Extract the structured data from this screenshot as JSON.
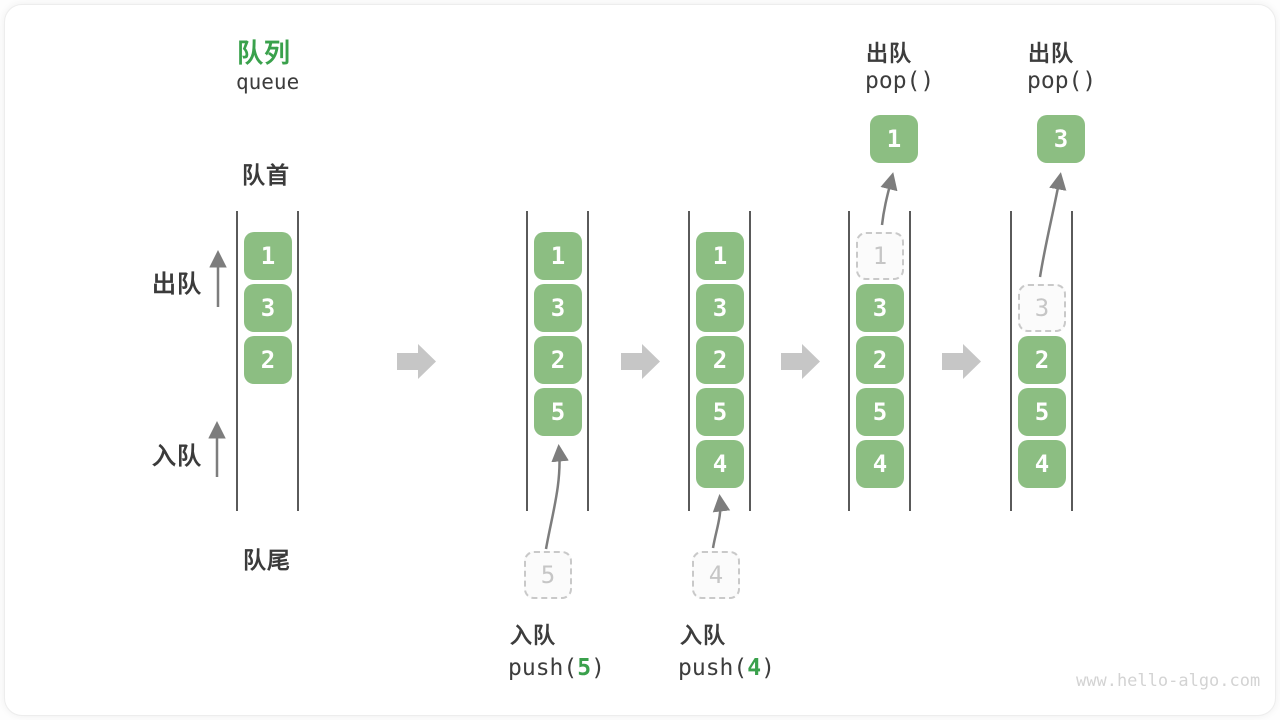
{
  "title": {
    "zh": "队列",
    "en": "queue"
  },
  "side_labels": {
    "front": "队首",
    "rear": "队尾",
    "dequeue": "出队",
    "enqueue": "入队"
  },
  "colors": {
    "box_green": "#8cbe82",
    "accent_green": "#3aa14c",
    "block_arrow_gray": "#c6c6c6",
    "thin_arrow_gray": "#7d7d7d",
    "dashed_gray": "#c9c9c9",
    "text_dark": "#3b3b3b",
    "watermark_gray": "#d3d3d3"
  },
  "states": [
    {
      "boxes": [
        "1",
        "3",
        "2"
      ]
    },
    {
      "boxes": [
        "1",
        "3",
        "2",
        "5"
      ],
      "staged_value": "5",
      "op": {
        "zh": "入队",
        "fn_open": "push(",
        "arg": "5",
        "fn_close": ")"
      }
    },
    {
      "boxes": [
        "1",
        "3",
        "2",
        "5",
        "4"
      ],
      "staged_value": "4",
      "op": {
        "zh": "入队",
        "fn_open": "push(",
        "arg": "4",
        "fn_close": ")"
      }
    },
    {
      "ghost_value": "1",
      "boxes": [
        "3",
        "2",
        "5",
        "4"
      ],
      "popped_value": "1",
      "op": {
        "zh": "出队",
        "fn": "pop()"
      }
    },
    {
      "ghost_value": "3",
      "boxes": [
        "2",
        "5",
        "4"
      ],
      "popped_value": "3",
      "op": {
        "zh": "出队",
        "fn": "pop()"
      }
    }
  ],
  "watermark": "www.hello-algo.com"
}
